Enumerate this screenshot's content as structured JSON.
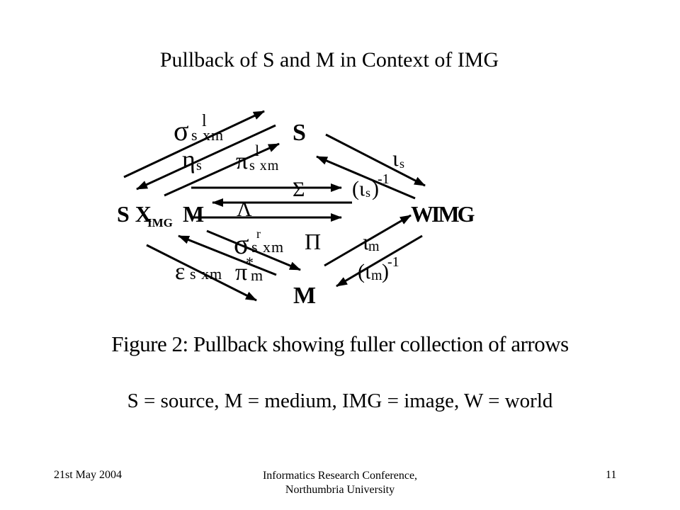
{
  "slide": {
    "title": "Pullback of S and M in Context of IMG"
  },
  "diagram": {
    "nodes": {
      "s": "S",
      "w_img": "WIMG",
      "m": "M",
      "s_x": "S X",
      "img_sub": "IMG",
      "m_right": "M"
    },
    "labels": {
      "sigma": "σ",
      "sigma_sup_l": "l",
      "sigma_sub": "s xm",
      "eta": "η",
      "eta_sub": "s",
      "pi": "π",
      "pi_sup_l": "l",
      "pi_sub": "s xm",
      "big_sigma": "Σ",
      "iota_s": "ι",
      "iota_s_sub": "s",
      "iota_s_inv": "(ι",
      "iota_s_inv_sub": "s",
      "iota_s_inv_close": ")",
      "iota_s_inv_sup": "-1",
      "lambda": "Λ",
      "sigma_r": "σ",
      "sigma_r_sup": "r",
      "sigma_r_sub": "s xm",
      "big_pi": "Π",
      "iota_m": "ι",
      "iota_m_sub": "m",
      "iota_m_inv": "(ι",
      "iota_m_inv_sub": "m",
      "iota_m_inv_close": ")",
      "iota_m_inv_sup": "-1",
      "epsilon": "ε",
      "epsilon_sub": "s xm",
      "pi_m": "π",
      "pi_m_sup": "*",
      "pi_m_sub": "m"
    }
  },
  "caption": "Figure 2: Pullback showing fuller collection of arrows",
  "legend": "S = source, M = medium, IMG = image, W = world",
  "footer": {
    "date": "21st May 2004",
    "conference_line1": "Informatics Research Conference,",
    "conference_line2": "Northumbria University",
    "page_number": "11"
  }
}
